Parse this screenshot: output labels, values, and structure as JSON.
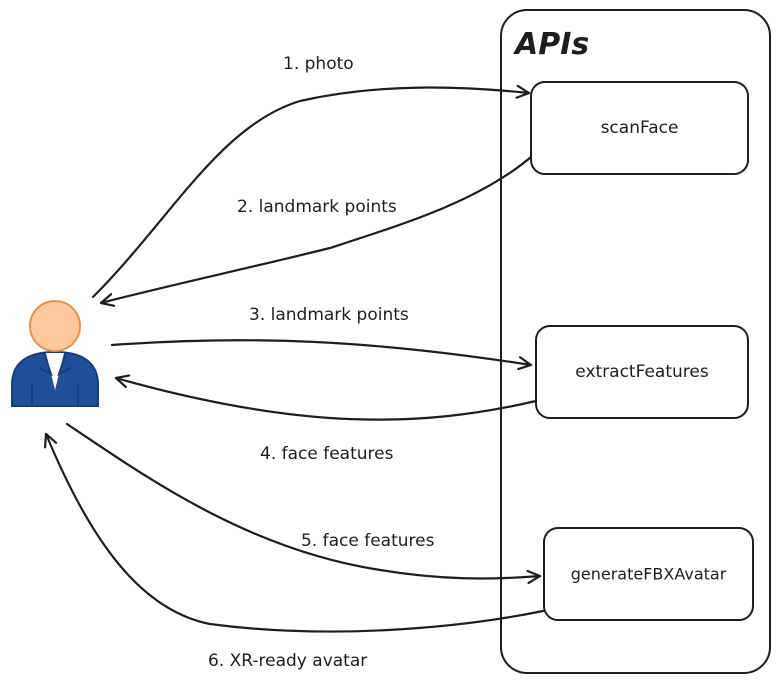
{
  "group": {
    "title": "APIs"
  },
  "apis": [
    {
      "label": "scanFace"
    },
    {
      "label": "extractFeatures"
    },
    {
      "label": "generateFBXAvatar"
    }
  ],
  "arrows": [
    {
      "label": "1. photo"
    },
    {
      "label": "2. landmark points"
    },
    {
      "label": "3. landmark points"
    },
    {
      "label": "4. face features"
    },
    {
      "label": "5. face features"
    },
    {
      "label": "6. XR-ready avatar"
    }
  ],
  "colors": {
    "skin": "#ffc9a0",
    "skin_outline": "#e8904a",
    "suit": "#1f4f99",
    "suit_dark": "#173d7a",
    "shirt": "#ffffff",
    "ink": "#1e1e1e"
  },
  "icons": {
    "user": "person-icon"
  }
}
